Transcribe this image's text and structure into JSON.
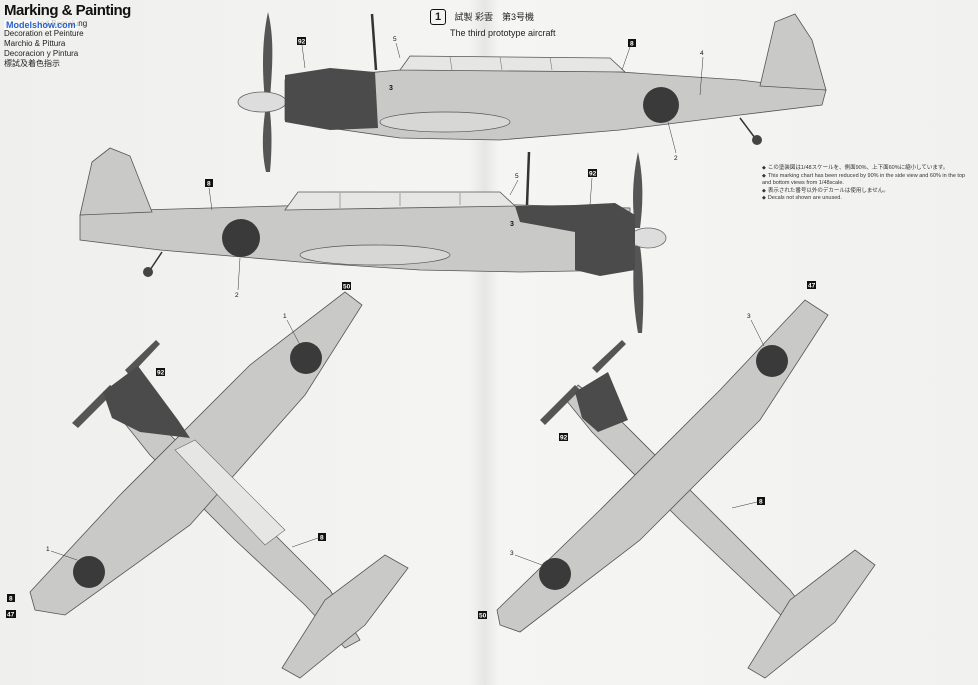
{
  "header": {
    "title": "Marking & Painting",
    "languages": [
      "nd Bemalung",
      "Decoration et Peinture",
      "Marchio & Pittura",
      "Decoracion y Pintura",
      "標試及着色指示"
    ],
    "watermark": "Modelshow.com"
  },
  "prototype": {
    "number": "1",
    "title_jp": "試製 彩雲　第3号機",
    "title_en": "The third prototype aircraft"
  },
  "notes": [
    "この塗装図は1/48スケールを、側面90%、上下面60%に縮小しています。",
    "This marking chart has been reduced by 90% in the side view and 60% in the top and bottom views from 1/48scale.",
    "表示された番号以外のデカールは使用しません。",
    "Decals not shown are unused."
  ],
  "callouts": {
    "c1": "1",
    "c2": "2",
    "c3": "3",
    "c4": "4",
    "c5": "5",
    "c8": "8",
    "c47": "47",
    "c50": "50",
    "c92": "92"
  },
  "colors": {
    "aircraft_body": "#c9cac8",
    "cowling": "#4b4b4b",
    "hinomaru": "#3a3a3a",
    "paper": "#f2f2f0"
  }
}
